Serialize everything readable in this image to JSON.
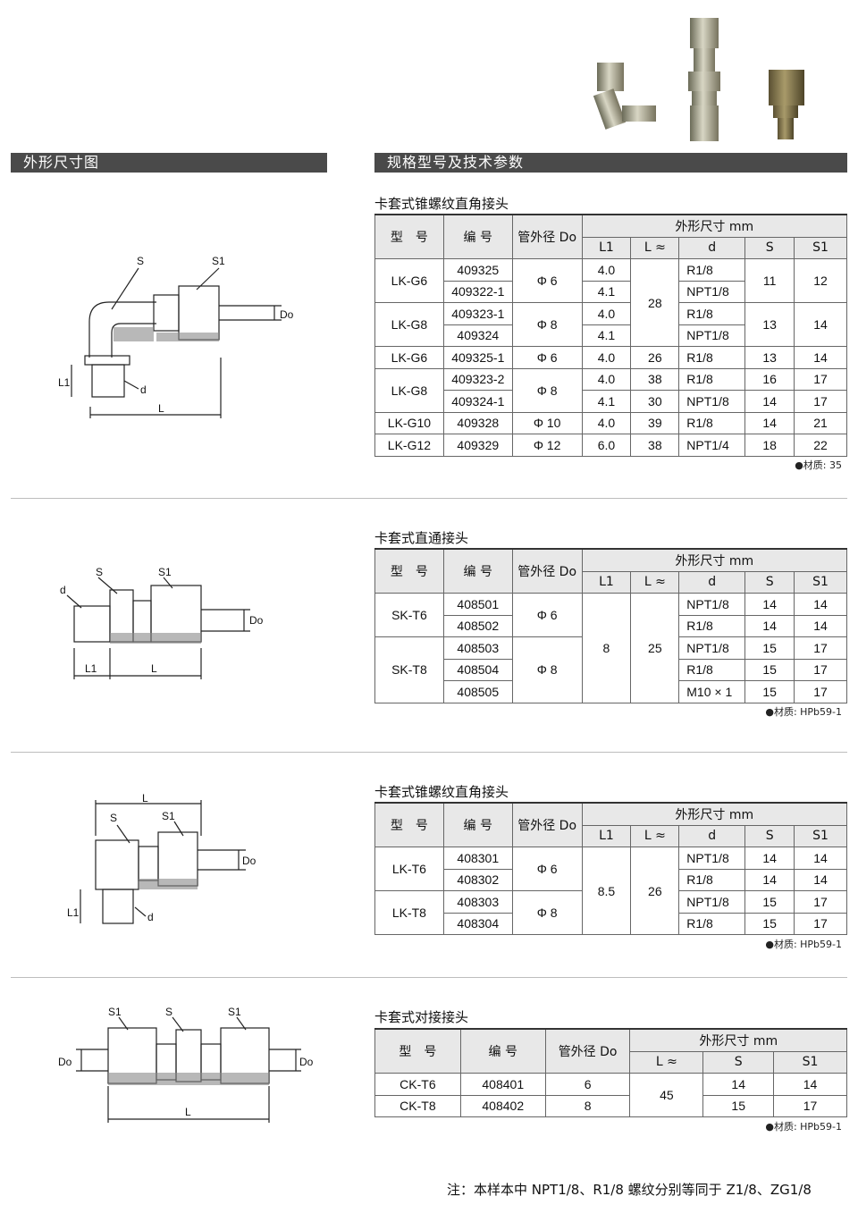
{
  "headers": {
    "left": "外形尺寸图",
    "right": "规格型号及技术参数"
  },
  "table_head": {
    "model": "型　号",
    "code": "编 号",
    "od": "管外径 Do",
    "dims": "外形尺寸 mm",
    "l1": "L1",
    "l": "L ≈",
    "d": "d",
    "s": "S",
    "s1": "S1"
  },
  "section1": {
    "title": "卡套式锥螺纹直角接头",
    "material": "●材质: 35",
    "rows": [
      {
        "model": "LK-G6",
        "code": "409325",
        "od": "Φ 6",
        "l1": "4.0",
        "l": "28",
        "d": "R1/8",
        "s": "11",
        "s1": "12"
      },
      {
        "code": "409322-1",
        "l1": "4.1",
        "d": "NPT1/8"
      },
      {
        "model": "LK-G8",
        "code": "409323-1",
        "od": "Φ 8",
        "l1": "4.0",
        "d": "R1/8",
        "s": "13",
        "s1": "14"
      },
      {
        "code": "409324",
        "l1": "4.1",
        "d": "NPT1/8"
      },
      {
        "model": "LK-G6",
        "code": "409325-1",
        "od": "Φ 6",
        "l1": "4.0",
        "l": "26",
        "d": "R1/8",
        "s": "13",
        "s1": "14"
      },
      {
        "model": "LK-G8",
        "code": "409323-2",
        "od": "Φ 8",
        "l1": "4.0",
        "l": "38",
        "d": "R1/8",
        "s": "16",
        "s1": "17"
      },
      {
        "code": "409324-1",
        "l1": "4.1",
        "l": "30",
        "d": "NPT1/8",
        "s": "14",
        "s1": "17"
      },
      {
        "model": "LK-G10",
        "code": "409328",
        "od": "Φ 10",
        "l1": "4.0",
        "l": "39",
        "d": "R1/8",
        "s": "14",
        "s1": "21"
      },
      {
        "model": "LK-G12",
        "code": "409329",
        "od": "Φ 12",
        "l1": "6.0",
        "l": "38",
        "d": "NPT1/4",
        "s": "18",
        "s1": "22"
      }
    ]
  },
  "section2": {
    "title": "卡套式直通接头",
    "material": "●材质: HPb59-1",
    "model_a": "SK-T6",
    "od_a": "Φ 6",
    "model_b": "SK-T8",
    "od_b": "Φ 8",
    "l1": "8",
    "l": "25",
    "rows": [
      {
        "code": "408501",
        "d": "NPT1/8",
        "s": "14",
        "s1": "14"
      },
      {
        "code": "408502",
        "d": "R1/8",
        "s": "14",
        "s1": "14"
      },
      {
        "code": "408503",
        "d": "NPT1/8",
        "s": "15",
        "s1": "17"
      },
      {
        "code": "408504",
        "d": "R1/8",
        "s": "15",
        "s1": "17"
      },
      {
        "code": "408505",
        "d": "M10 × 1",
        "s": "15",
        "s1": "17"
      }
    ]
  },
  "section3": {
    "title": "卡套式锥螺纹直角接头",
    "material": "●材质: HPb59-1",
    "model_a": "LK-T6",
    "od_a": "Φ 6",
    "model_b": "LK-T8",
    "od_b": "Φ 8",
    "l1": "8.5",
    "l": "26",
    "rows": [
      {
        "code": "408301",
        "d": "NPT1/8",
        "s": "14",
        "s1": "14"
      },
      {
        "code": "408302",
        "d": "R1/8",
        "s": "14",
        "s1": "14"
      },
      {
        "code": "408303",
        "d": "NPT1/8",
        "s": "15",
        "s1": "17"
      },
      {
        "code": "408304",
        "d": "R1/8",
        "s": "15",
        "s1": "17"
      }
    ]
  },
  "section4": {
    "title": "卡套式对接接头",
    "material": "●材质: HPb59-1",
    "l": "45",
    "rows": [
      {
        "model": "CK-T6",
        "code": "408401",
        "od": "6",
        "s": "14",
        "s1": "14"
      },
      {
        "model": "CK-T8",
        "code": "408402",
        "od": "8",
        "s": "15",
        "s1": "17"
      }
    ]
  },
  "drawing_labels": {
    "s": "S",
    "s1": "S1",
    "l": "L",
    "l1": "L1",
    "d": "d",
    "do": "Do"
  },
  "footnote": "注：本样本中 NPT1/8、R1/8 螺纹分别等同于 Z1/8、ZG1/8"
}
